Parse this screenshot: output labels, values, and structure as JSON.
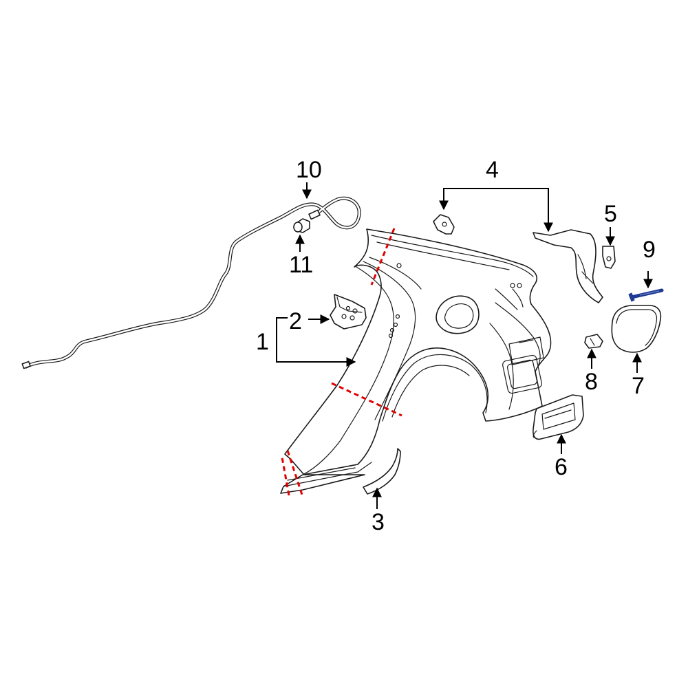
{
  "callouts": [
    {
      "id": "1",
      "text": "1"
    },
    {
      "id": "2",
      "text": "2"
    },
    {
      "id": "3",
      "text": "3"
    },
    {
      "id": "4",
      "text": "4"
    },
    {
      "id": "5",
      "text": "5"
    },
    {
      "id": "6",
      "text": "6"
    },
    {
      "id": "7",
      "text": "7"
    },
    {
      "id": "8",
      "text": "8"
    },
    {
      "id": "9",
      "text": "9"
    },
    {
      "id": "10",
      "text": "10"
    },
    {
      "id": "11",
      "text": "11"
    }
  ],
  "colors": {
    "line": "#1a1a1a",
    "cut_line": "#e00000",
    "bolt": "#1f3a93",
    "background": "#ffffff"
  }
}
